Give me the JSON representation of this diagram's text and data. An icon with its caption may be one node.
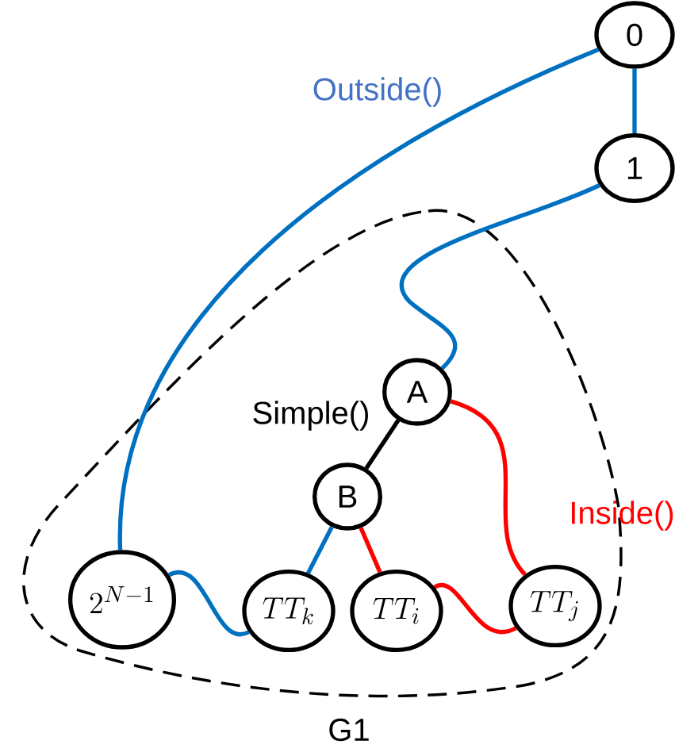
{
  "diagram": {
    "nodes": [
      {
        "text": [
          "0"
        ]
      },
      {
        "text": [
          "1"
        ]
      },
      {
        "text": [
          "G1"
        ]
      },
      {
        "text": [
          "A"
        ],
        "in": 2
      },
      {
        "text": [
          "B"
        ],
        "in": 2
      },
      {
        "text": [
          "2^{N-1}"
        ],
        "in": 2
      },
      {
        "text": [
          "TT_k"
        ],
        "in": 2
      },
      {
        "text": [
          "TT_i"
        ],
        "in": 2
      },
      {
        "text": [
          "TT_j"
        ],
        "in": 2
      }
    ],
    "edges": [
      {
        "from": 0,
        "to": 1,
        "arrow": "none"
      },
      {
        "from": 0,
        "to": 5,
        "arrow": "none"
      },
      {
        "from": 1,
        "to": 3,
        "arrow": "none"
      },
      {
        "from": 3,
        "to": 4,
        "arrow": "none",
        "color": "#000000"
      },
      {
        "from": 4,
        "to": 6,
        "arrow": "none"
      },
      {
        "from": 4,
        "to": 7,
        "arrow": "none",
        "color": "#ff0000"
      },
      {
        "from": 3,
        "to": 8,
        "arrow": "none",
        "color": "#ff0000"
      },
      {
        "from": 5,
        "to": 6,
        "arrow": "none"
      },
      {
        "from": 7,
        "to": 8,
        "arrow": "none",
        "color": "#ff0000"
      }
    ],
    "labels": [
      "Outside()",
      "Simple()",
      "Inside()"
    ]
  }
}
